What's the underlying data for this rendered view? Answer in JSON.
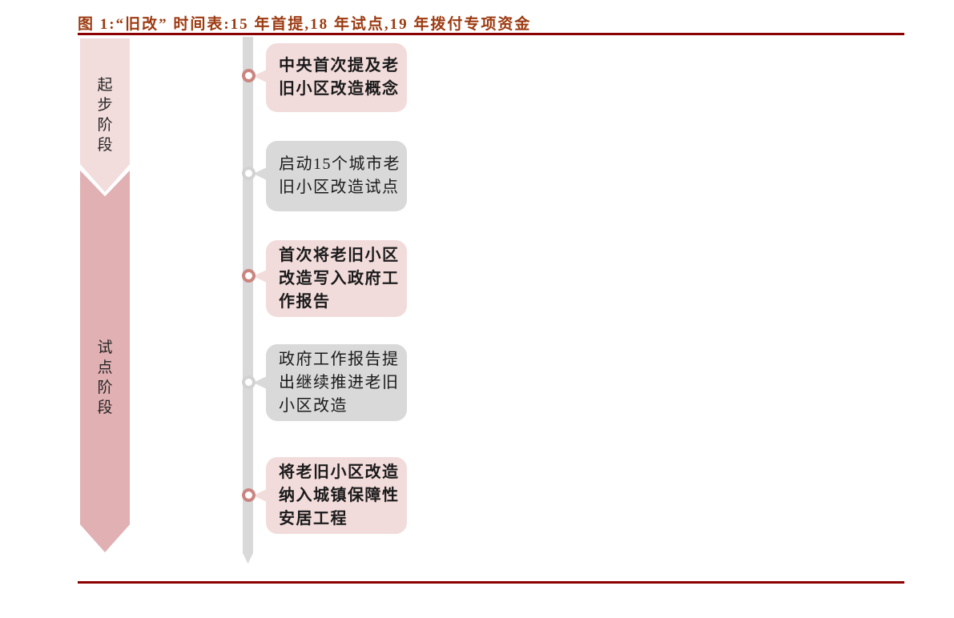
{
  "figure": {
    "title": "图 1:“旧改” 时间表:15 年首提,18 年试点,19 年拨付专项资金",
    "title_color": "#9c3a10",
    "rule_color": "#8b0000",
    "background": "#ffffff"
  },
  "timeline": {
    "bar_color": "#d9d9d9",
    "marker_fill": "#ffffff"
  },
  "stages": [
    {
      "label": "起\n步\n阶\n段",
      "fill": "#f2dcdc"
    },
    {
      "label": "试\n点\n阶\n段",
      "fill": "#e0b0b3"
    }
  ],
  "events": [
    {
      "text": "中央首次提及老\n旧小区改造概念",
      "fill": "#f2dcdb",
      "marker_color": "#ca8580",
      "weight": "bold",
      "stage": "起步阶段"
    },
    {
      "text": "启动15个城市老\n旧小区改造试点",
      "fill": "#d9d9d9",
      "marker_color": "#d2d2d2",
      "weight": "normal",
      "stage": "试点阶段"
    },
    {
      "text": "首次将老旧小区\n改造写入政府工\n作报告",
      "fill": "#f2dcdb",
      "marker_color": "#ca8580",
      "weight": "bold",
      "stage": "试点阶段"
    },
    {
      "text": "政府工作报告提\n出继续推进老旧\n小区改造",
      "fill": "#d9d9d9",
      "marker_color": "#d2d2d2",
      "weight": "normal",
      "stage": "试点阶段"
    },
    {
      "text": "将老旧小区改造\n纳入城镇保障性\n安居工程",
      "fill": "#f2dcdb",
      "marker_color": "#ca8580",
      "weight": "bold",
      "stage": "试点阶段"
    }
  ]
}
